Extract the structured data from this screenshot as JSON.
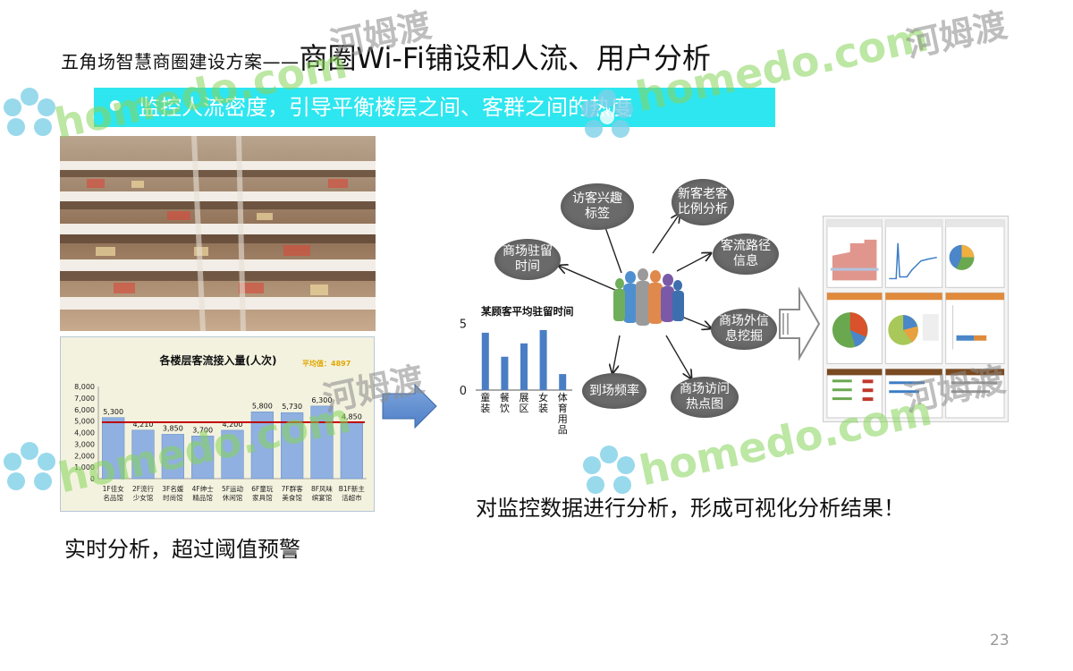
{
  "title": {
    "prefix": "五角场智慧商圈建设方案——",
    "main": "商圈Wi-Fi铺设和人流、用户分析"
  },
  "banner": "监控人流密度，引导平衡楼层之间、客群之间的热度",
  "floor_chart": {
    "title": "各楼层客流接入量(人次)",
    "avg_label": "平均值：4897",
    "y_ticks": [
      "8,000",
      "7,000",
      "6,000",
      "5,000",
      "4,000",
      "3,000",
      "2,000",
      "1,000",
      "0"
    ],
    "bar_labels": [
      "5,300",
      "4,210",
      "3,850",
      "3,700",
      "4,200",
      "5,800",
      "5,730",
      "6,300",
      "4,850"
    ],
    "categories": [
      [
        "1F佳女",
        "名品馆"
      ],
      [
        "2F流行",
        "少女馆"
      ],
      [
        "3F名媛",
        "时尚馆"
      ],
      [
        "4F绅士",
        "精品馆"
      ],
      [
        "5F运动",
        "休闲馆"
      ],
      [
        "6F童玩",
        "家具馆"
      ],
      [
        "7F群客",
        "美食馆"
      ],
      [
        "8F风味",
        "缤宴馆"
      ],
      [
        "B1F新主",
        "活超市"
      ]
    ]
  },
  "dwell_chart": {
    "title": "某顾客平均驻留时间",
    "y_ticks": [
      "5",
      "0"
    ],
    "categories": [
      "童装",
      "餐饮",
      "展区",
      "女装",
      "体育用品"
    ]
  },
  "chart_data": [
    {
      "type": "bar",
      "title": "各楼层客流接入量(人次)",
      "categories": [
        "1F佳女名品馆",
        "2F流行少女馆",
        "3F名媛时尚馆",
        "4F绅士精品馆",
        "5F运动休闲馆",
        "6F童玩家具馆",
        "7F群客美食馆",
        "8F风味缤宴馆",
        "B1F新主活超市"
      ],
      "values": [
        5300,
        4210,
        3850,
        3700,
        4200,
        5800,
        5730,
        6300,
        4850
      ],
      "reference_line": 4897,
      "ylim": [
        0,
        8000
      ]
    },
    {
      "type": "bar",
      "title": "某顾客平均驻留时间",
      "categories": [
        "童装",
        "餐饮",
        "展区",
        "女装",
        "体育用品"
      ],
      "values": [
        4.3,
        2.5,
        3.5,
        4.5,
        1.2
      ],
      "ylim": [
        0,
        5.5
      ]
    }
  ],
  "diagram": {
    "nodes": [
      "访客兴趣标签",
      "新客老客比例分析",
      "客流路径信息",
      "商场外信息挖掘",
      "商场访问热点图",
      "到场频率",
      "商场驻留时间"
    ]
  },
  "captions": {
    "right": "对监控数据进行分析，形成可视化分析结果！",
    "left": "实时分析，超过阈值预警"
  },
  "page_number": "23",
  "watermarks": {
    "en": "homedo.com",
    "cn": "河姆渡"
  }
}
